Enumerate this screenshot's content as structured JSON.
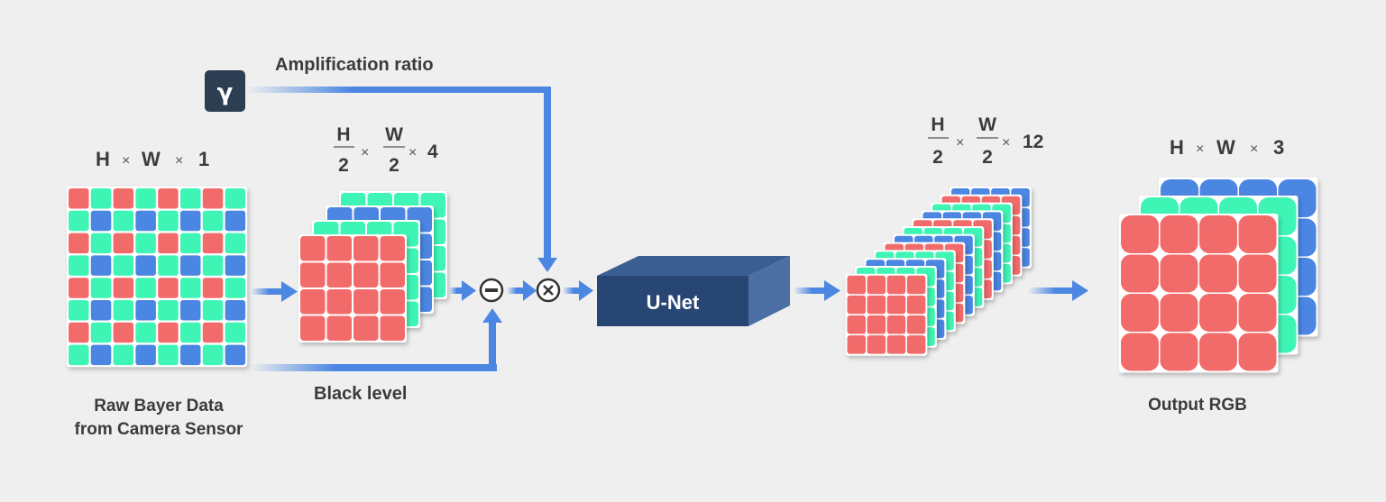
{
  "gamma": {
    "symbol": "γ"
  },
  "labels": {
    "amplification": "Amplification ratio",
    "black_level": "Black level",
    "raw_line1": "Raw Bayer Data",
    "raw_line2": "from Camera Sensor",
    "output": "Output RGB",
    "unet": "U-Net"
  },
  "dims": {
    "raw": {
      "h": "H",
      "x1": "×",
      "w": "W",
      "x2": "×",
      "c": "1"
    },
    "packed": {
      "h": "H",
      "den1": "2",
      "x1": "×",
      "w": "W",
      "den2": "2",
      "x2": "×",
      "c": "4"
    },
    "unet_out": {
      "h": "H",
      "den1": "2",
      "x1": "×",
      "w": "W",
      "den2": "2",
      "x2": "×",
      "c": "12"
    },
    "rgb": {
      "h": "H",
      "x1": "×",
      "w": "W",
      "x2": "×",
      "c": "3"
    }
  },
  "ops": {
    "minus": "−",
    "times": "×"
  },
  "colors": {
    "red": "#f26b6b",
    "green": "#3ef5b5",
    "blue": "#4a86e2",
    "arrow": "#4a86e2",
    "navy": "#284674",
    "navy_top": "#3a5e92",
    "navy_side": "#4b6fa3",
    "gamma_box": "#2d3d52"
  }
}
